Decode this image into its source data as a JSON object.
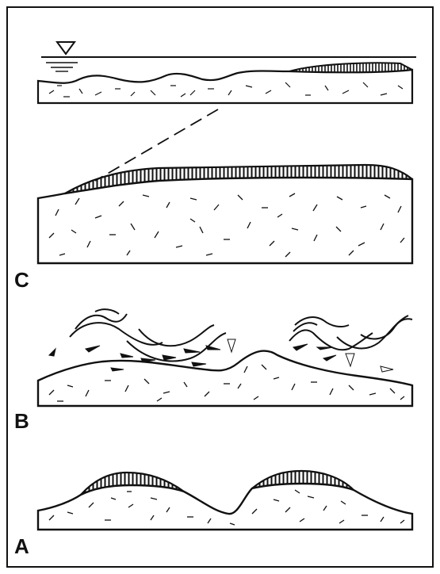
{
  "figure": {
    "panels": [
      {
        "id": "C",
        "label": "C"
      },
      {
        "id": "B",
        "label": "B"
      },
      {
        "id": "A",
        "label": "A"
      }
    ],
    "colors": {
      "ink": "#111111",
      "background": "#ffffff"
    }
  }
}
